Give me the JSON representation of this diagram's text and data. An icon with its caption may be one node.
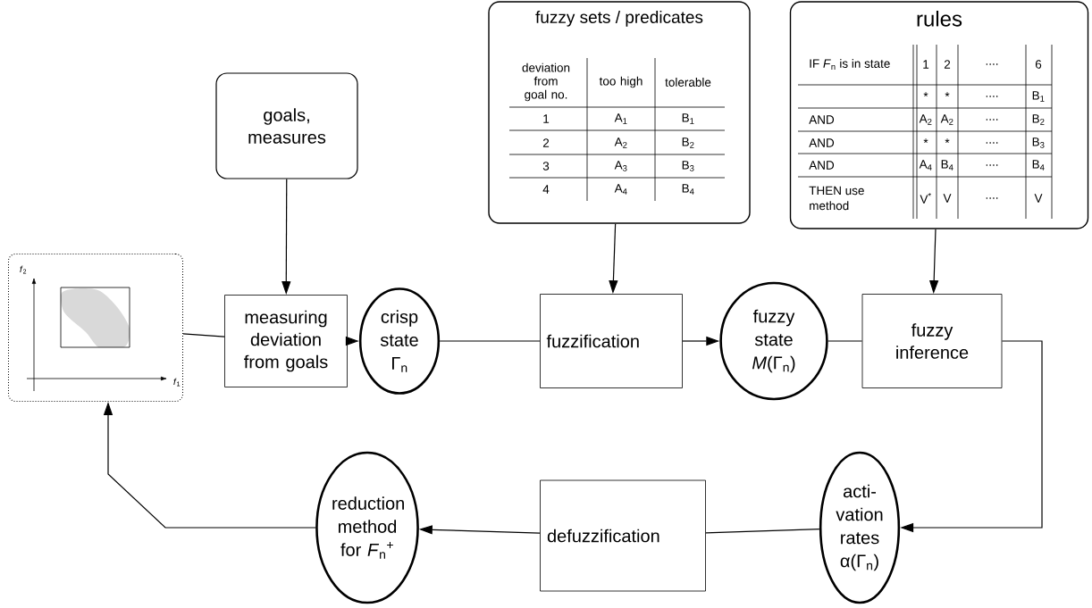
{
  "diagram": {
    "nodes": [
      {
        "text": [
          "goals, measures"
        ]
      },
      {
        "text": [
          "fuzzy sets / predicates"
        ]
      },
      {
        "text": [
          "rules"
        ]
      },
      {
        "text": [
          "*f*$_{2}$",
          "*f*$_{1}$"
        ]
      },
      {
        "text": [
          "measuring deviation from goals"
        ]
      },
      {
        "text": [
          "crisp state Γ$_{n}$"
        ]
      },
      {
        "text": [
          "fuzzification"
        ]
      },
      {
        "text": [
          "fuzzy state *M*(Γ$_{n}$)"
        ]
      },
      {
        "text": [
          "fuzzy inference"
        ]
      },
      {
        "text": [
          "acti- vation rates α(Γ$_{n}$)"
        ]
      },
      {
        "text": [
          "defuzzification"
        ]
      },
      {
        "text": [
          "reduction method for *F*$_{n}$$^{+}$"
        ]
      }
    ],
    "edges": [
      {
        "from": 0,
        "to": 4,
        "arrow": "to"
      },
      {
        "from": 1,
        "to": 6,
        "arrow": "to"
      },
      {
        "from": 2,
        "to": 8,
        "arrow": "to"
      },
      {
        "from": 3,
        "to": 4,
        "arrow": "none"
      },
      {
        "from": 4,
        "to": 5,
        "arrow": "to"
      },
      {
        "from": 5,
        "to": 6,
        "arrow": "none"
      },
      {
        "from": 6,
        "to": 7,
        "arrow": "to"
      },
      {
        "from": 7,
        "to": 8,
        "arrow": "none"
      },
      {
        "from": 8,
        "to": 9,
        "arrow": "to"
      },
      {
        "from": 9,
        "to": 10,
        "arrow": "none"
      },
      {
        "from": 10,
        "to": 11,
        "arrow": "to"
      },
      {
        "from": 11,
        "to": 3,
        "arrow": "to"
      }
    ],
    "labels": [
      "deviation from goal no.",
      "too high",
      "tolerable",
      "1",
      "A$_{1}$",
      "B$_{1}$",
      "2",
      "A$_{2}$",
      "B$_{2}$",
      "3",
      "A$_{3}$",
      "B$_{3}$",
      "4",
      "A$_{4}$",
      "B$_{4}$",
      "IF *F*$_{n}$ is in state",
      "1",
      "2",
      "....",
      "6",
      "*",
      "*",
      "....",
      "B$_{1}$",
      "AND",
      "A$_{2}$",
      "A$_{2}$",
      "....",
      "B$_{2}$",
      "AND",
      "*",
      "*",
      "....",
      "B$_{3}$",
      "AND",
      "A$_{4}$",
      "B$_{4}$",
      "....",
      "B$_{4}$",
      "THEN use method",
      "V$^{*}$",
      "V",
      "....",
      "V"
    ]
  }
}
